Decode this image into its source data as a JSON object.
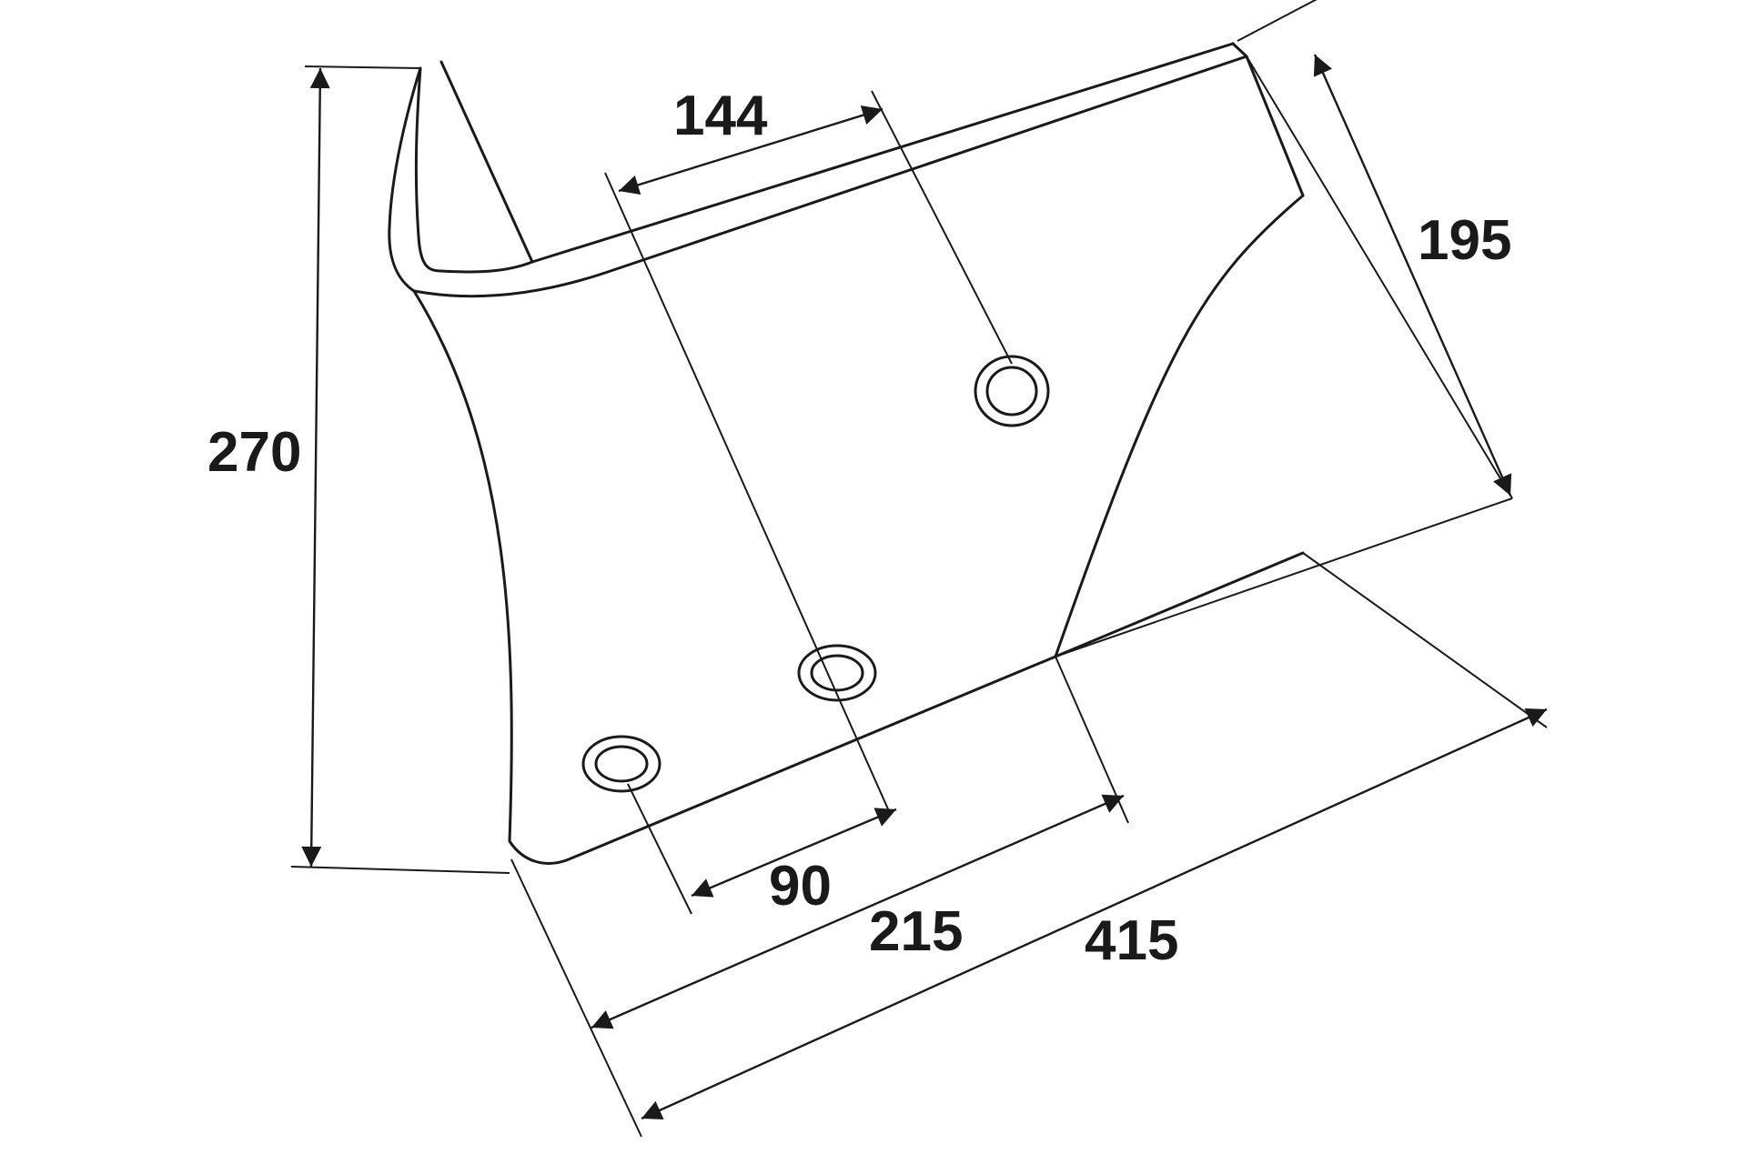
{
  "drawing": {
    "dimensions": {
      "height_total": "270",
      "hole_offset_top": "144",
      "height_right": "195",
      "hole_spacing_bottom": "90",
      "length_partial": "215",
      "length_total": "415"
    }
  }
}
